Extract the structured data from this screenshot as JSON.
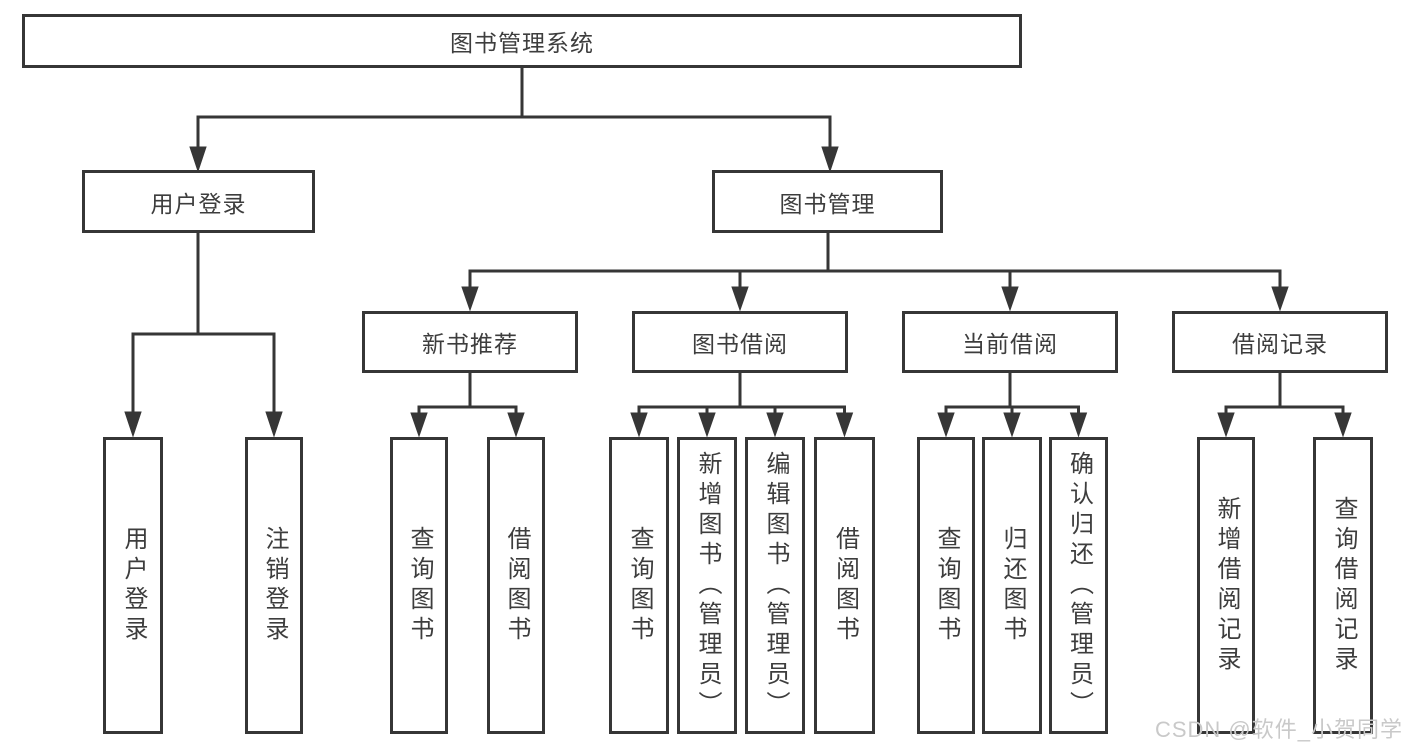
{
  "diagram": {
    "title": "图书管理系统",
    "branches": [
      {
        "label": "用户登录",
        "children": [
          "用户登录",
          "注销登录"
        ]
      },
      {
        "label": "图书管理",
        "children": [
          {
            "label": "新书推荐",
            "children": [
              "查询图书",
              "借阅图书"
            ]
          },
          {
            "label": "图书借阅",
            "children": [
              "查询图书",
              "新增图书（管理员）",
              "编辑图书（管理员）",
              "借阅图书"
            ]
          },
          {
            "label": "当前借阅",
            "children": [
              "查询图书",
              "归还图书",
              "确认归还（管理员）"
            ]
          },
          {
            "label": "借阅记录",
            "children": [
              "新增借阅记录",
              "查询借阅记录"
            ]
          }
        ]
      }
    ],
    "watermark": "CSDN @软件_小贺同学",
    "colors": {
      "line": "#363636",
      "text": "#3d3d3d",
      "watermark": "#c9c9c9",
      "background": "#ffffff"
    }
  }
}
